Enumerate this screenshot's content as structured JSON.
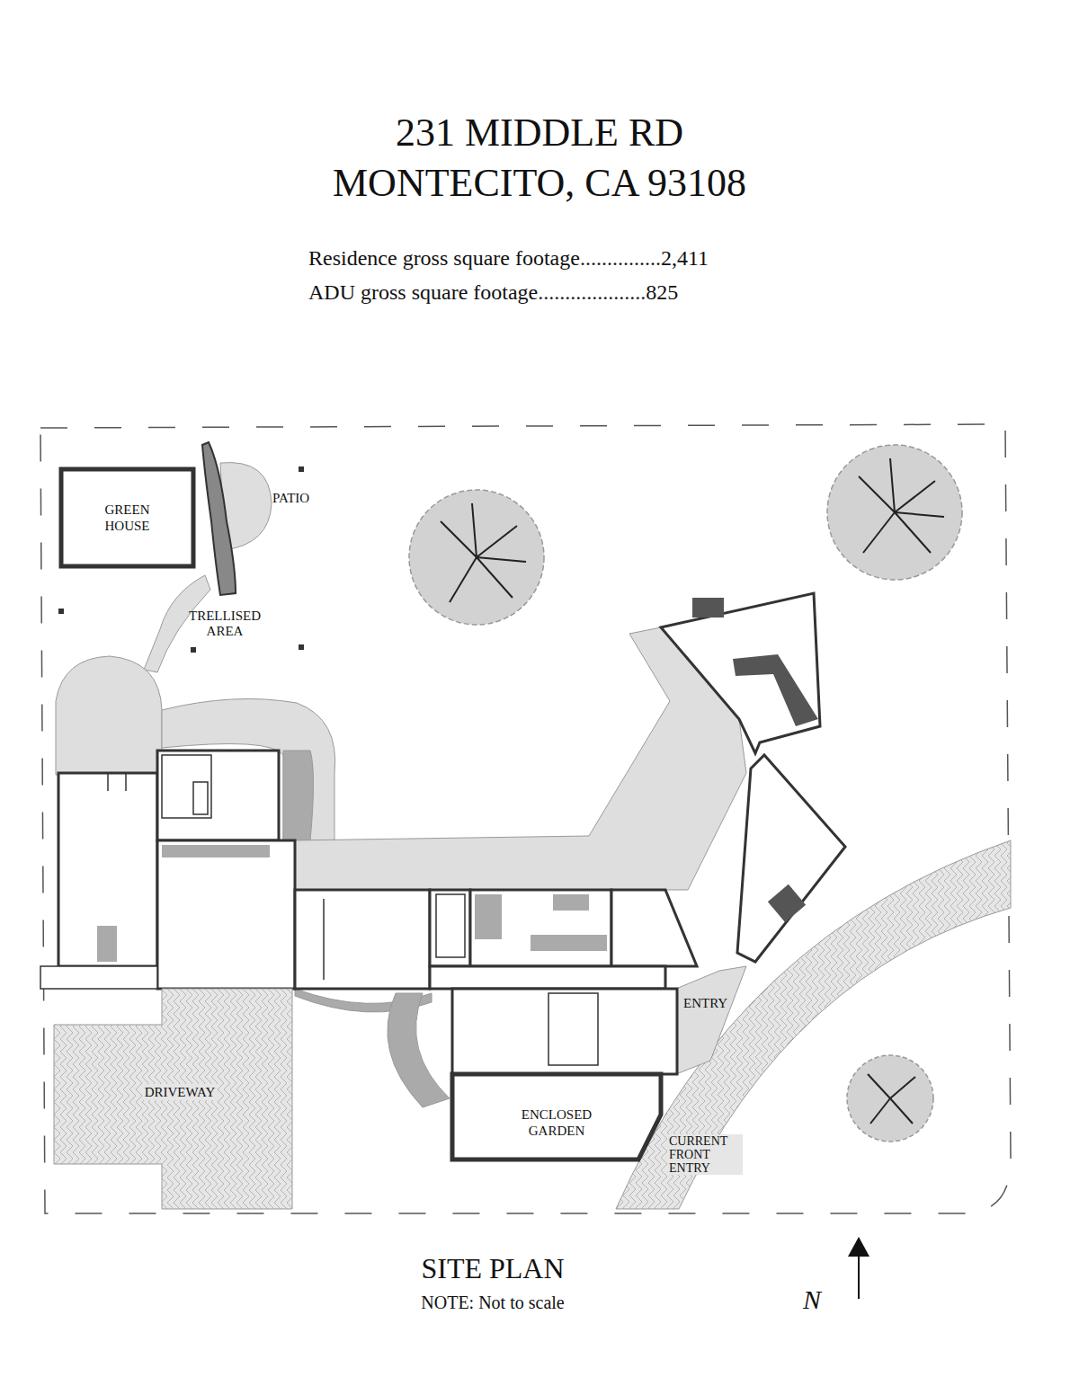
{
  "diagram": {
    "title": "231 MIDDLE RD MONTECITO, CA 93108",
    "caption": "SITE PLAN",
    "nodes": [
      {
        "text": [
          "GREEN HOUSE"
        ]
      },
      {
        "text": [
          "DRIVEWAY"
        ]
      },
      {
        "text": [
          "ENCLOSED GARDEN"
        ]
      }
    ],
    "labels": [
      "Residence gross square footage...............2,411",
      "ADU gross square footage....................825",
      "PATIO",
      "TRELLISED AREA",
      "ENTRY",
      "CURRENT FRONT ENTRY",
      "NOTE: Not to scale",
      "N"
    ]
  }
}
